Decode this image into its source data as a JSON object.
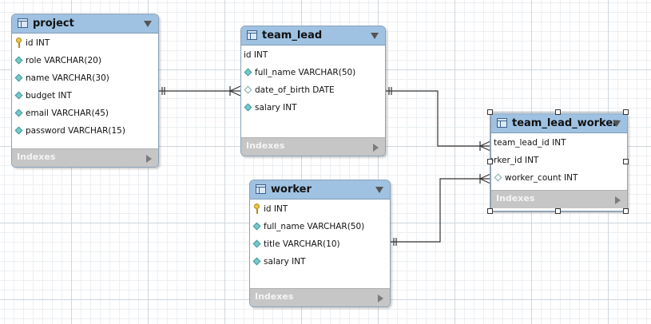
{
  "diagram": {
    "colors": {
      "header": "#9fc2e2",
      "indexes_bar": "#c6c6c6",
      "connector": "#333333"
    },
    "tables": [
      {
        "name": "project",
        "index_label": "Indexes",
        "columns": [
          {
            "text": "id INT",
            "icon": "primary-key-icon"
          },
          {
            "text": "role VARCHAR(20)",
            "icon": "column-icon"
          },
          {
            "text": "name VARCHAR(30)",
            "icon": "column-icon"
          },
          {
            "text": "budget INT",
            "icon": "column-icon"
          },
          {
            "text": "email VARCHAR(45)",
            "icon": "column-icon"
          },
          {
            "text": "password VARCHAR(15)",
            "icon": "column-icon"
          }
        ]
      },
      {
        "name": "team_lead",
        "index_label": "Indexes",
        "columns": [
          {
            "text": "id INT",
            "icon": "none"
          },
          {
            "text": "full_name VARCHAR(50)",
            "icon": "column-icon"
          },
          {
            "text": "date_of_birth DATE",
            "icon": "nullable-column-icon"
          },
          {
            "text": "salary INT",
            "icon": "column-icon"
          }
        ]
      },
      {
        "name": "worker",
        "index_label": "Indexes",
        "columns": [
          {
            "text": "id INT",
            "icon": "primary-key-icon"
          },
          {
            "text": "full_name VARCHAR(50)",
            "icon": "column-icon"
          },
          {
            "text": "title VARCHAR(10)",
            "icon": "column-icon"
          },
          {
            "text": "salary INT",
            "icon": "column-icon"
          }
        ]
      },
      {
        "name": "team_lead_worker",
        "index_label": "Indexes",
        "selected": true,
        "columns": [
          {
            "text": "team_lead_id INT",
            "icon": "none"
          },
          {
            "text": "worker_id INT",
            "icon": "none"
          },
          {
            "text": "worker_count INT",
            "icon": "nullable-column-icon"
          }
        ]
      }
    ],
    "relationships": [
      {
        "from": "project",
        "to": "team_lead",
        "type": "one-to-many"
      },
      {
        "from": "team_lead",
        "to": "team_lead_worker",
        "type": "one-to-many"
      },
      {
        "from": "worker",
        "to": "team_lead_worker",
        "type": "one-to-many"
      }
    ]
  }
}
